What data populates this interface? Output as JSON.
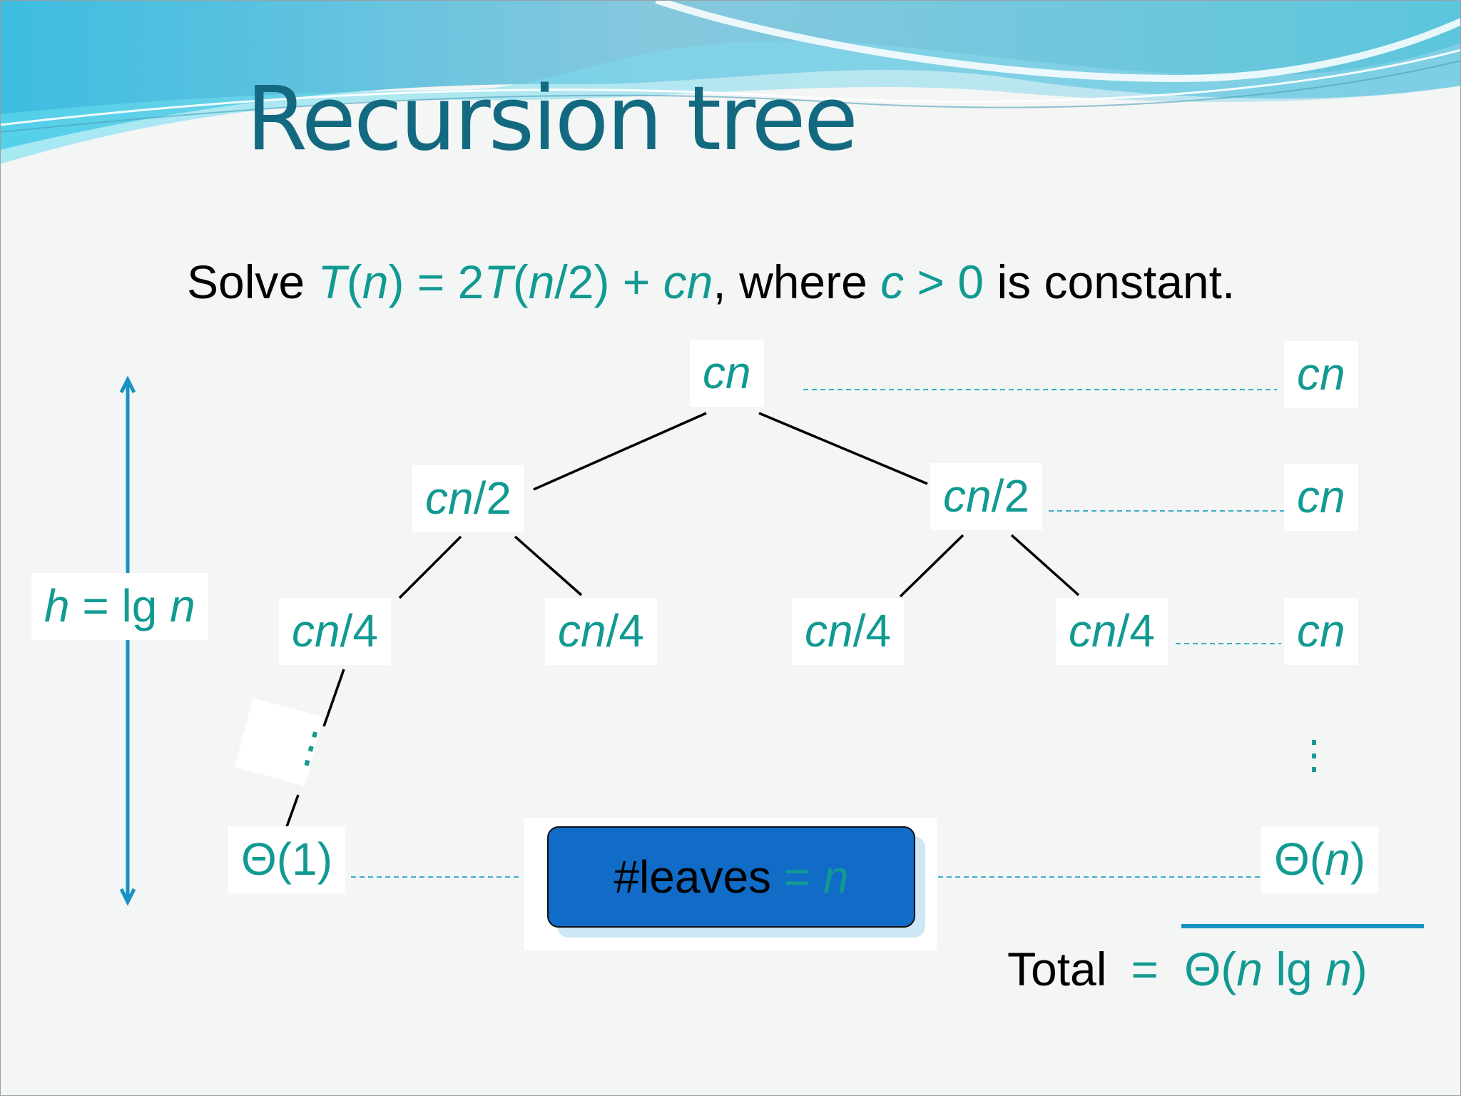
{
  "slide": {
    "title": "Recursion tree",
    "problem": {
      "solve_word": "Solve",
      "T1": "T",
      "p1": "(",
      "n1": "n",
      "p2": ") = 2",
      "T2": "T",
      "p3": "(",
      "n2": "n",
      "p4": "/2) + ",
      "cn": "cn",
      "comma_where": ", where ",
      "c": "c",
      "gt0": " > 0",
      "rest": " is constant."
    },
    "height_label": {
      "h": "h",
      "eq_lg": " = lg ",
      "n": "n"
    },
    "tree": {
      "root": {
        "c": "cn",
        "s": ""
      },
      "level1": [
        {
          "c": "cn",
          "s": "/2"
        },
        {
          "c": "cn",
          "s": "/2"
        }
      ],
      "level2": [
        {
          "c": "cn",
          "s": "/4"
        },
        {
          "c": "cn",
          "s": "/4"
        },
        {
          "c": "cn",
          "s": "/4"
        },
        {
          "c": "cn",
          "s": "/4"
        }
      ],
      "leaf": "Θ(1)",
      "left_dots": "⋮"
    },
    "leaves_box": {
      "text": "#leaves",
      "eq": " = ",
      "n": "n"
    },
    "level_sums": [
      "cn",
      "cn",
      "cn"
    ],
    "right_dots": "⋮",
    "bottom_sum": {
      "theta": "Θ(",
      "n": "n",
      "close": ")"
    },
    "total": {
      "label": "Total",
      "eq": "=",
      "theta": "Θ(",
      "n1": "n",
      "lg": " lg ",
      "n2": "n",
      "close": ")"
    },
    "colors": {
      "teal": "#119a92",
      "title": "#136a80",
      "arrow": "#1991c3",
      "box": "#116cc8"
    }
  }
}
